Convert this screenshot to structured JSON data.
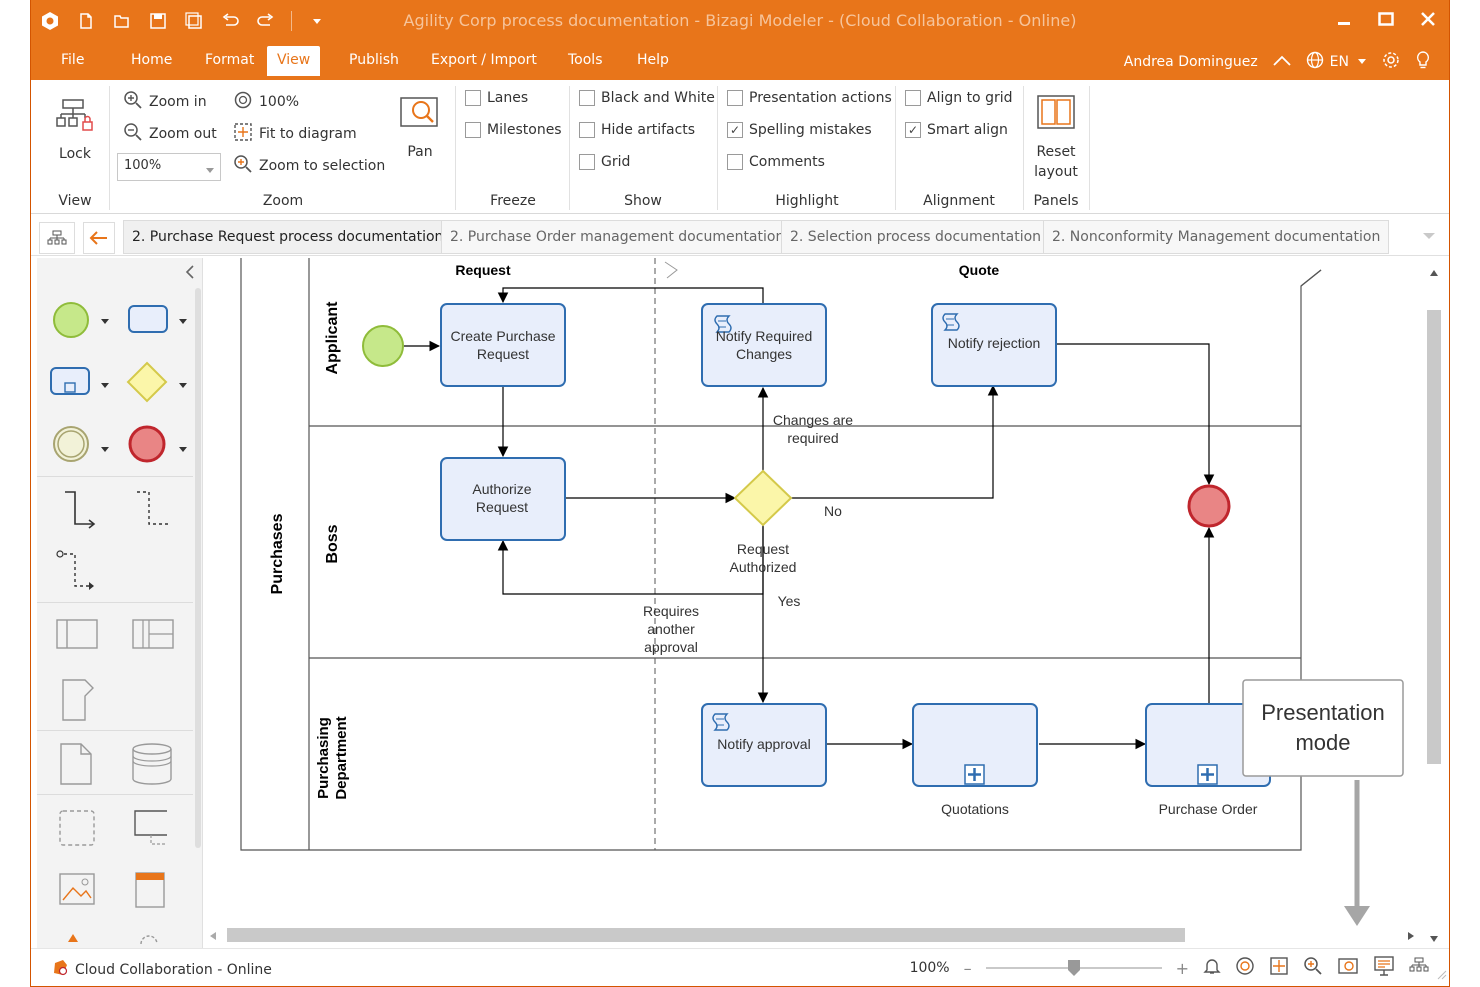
{
  "window": {
    "title": "Agility Corp process documentation - Bizagi Modeler - (Cloud Collaboration - Online)"
  },
  "menu": {
    "items": [
      "File",
      "Home",
      "Format",
      "View",
      "Publish",
      "Export / Import",
      "Tools",
      "Help"
    ],
    "active": "View",
    "user": "Andrea Dominguez",
    "language": "EN"
  },
  "ribbon": {
    "view": {
      "lock_label": "Lock",
      "group": "View"
    },
    "zoom": {
      "zoom_in": "Zoom in",
      "zoom_out": "Zoom out",
      "zoom_value": "100%",
      "hundred": "100%",
      "fit": "Fit to diagram",
      "to_selection": "Zoom to selection",
      "pan": "Pan",
      "group": "Zoom"
    },
    "freeze": {
      "lanes": "Lanes",
      "milestones": "Milestones",
      "group": "Freeze"
    },
    "show": {
      "bw": "Black and White",
      "hide_artifacts": "Hide artifacts",
      "grid": "Grid",
      "group": "Show"
    },
    "highlight": {
      "presentation_actions": "Presentation actions",
      "spelling": "Spelling mistakes",
      "comments": "Comments",
      "group": "Highlight"
    },
    "alignment": {
      "align_grid": "Align to grid",
      "smart_align": "Smart align",
      "group": "Alignment"
    },
    "panels": {
      "reset1": "Reset",
      "reset2": "layout",
      "group": "Panels"
    }
  },
  "tabs": [
    "2. Purchase Request process documentation",
    "2. Purchase Order management documentation",
    "2. Selection process documentation",
    "2. Nonconformity Management documentation"
  ],
  "diagram": {
    "pool": "Purchases",
    "lanes": [
      "Applicant",
      "Boss",
      "Purchasing",
      "Department"
    ],
    "milestones": [
      "Request",
      "Quote"
    ],
    "tasks": {
      "create1": "Create Purchase",
      "create2": "Request",
      "notify_changes1": "Notify Required",
      "notify_changes2": "Changes",
      "notify_rejection": "Notify rejection",
      "authorize1": "Authorize",
      "authorize2": "Request",
      "notify_approval": "Notify approval",
      "quotations": "Quotations",
      "purchase_order": "Purchase Order"
    },
    "labels": {
      "changes1": "Changes are",
      "changes2": "required",
      "no": "No",
      "gateway1": "Request",
      "gateway2": "Authorized",
      "yes": "Yes",
      "requires1": "Requires",
      "requires2": "another",
      "requires3": "approval"
    },
    "callout1": "Presentation",
    "callout2": "mode"
  },
  "status": {
    "connection": "Cloud Collaboration - Online",
    "zoom": "100%",
    "zoom_slider": 0.5
  },
  "colors": {
    "accent": "#e8751a",
    "task_fill": "#e8eefb",
    "task_stroke": "#2f6db0",
    "start_fill": "#c6e88a",
    "end_fill": "#e98585",
    "gateway_fill": "#fbf6a9"
  }
}
